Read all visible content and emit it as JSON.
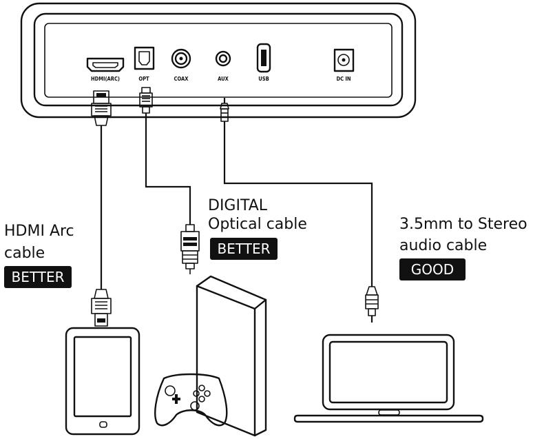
{
  "ports": {
    "hdmi": "HDMI(ARC)",
    "opt": "OPT",
    "coax": "COAX",
    "aux": "AUX",
    "usb": "USB",
    "dc": "DC  IN"
  },
  "connections": [
    {
      "line1": "HDMI Arc",
      "line2": "cable",
      "badge": "BETTER"
    },
    {
      "line1": "DIGITAL",
      "line2": "Optical cable",
      "badge": "BETTER"
    },
    {
      "line1": "3.5mm to Stereo",
      "line2": "audio cable",
      "badge": "GOOD"
    }
  ],
  "colors": {
    "ink": "#111111",
    "badge_bg": "#111111",
    "badge_text": "#ffffff"
  }
}
